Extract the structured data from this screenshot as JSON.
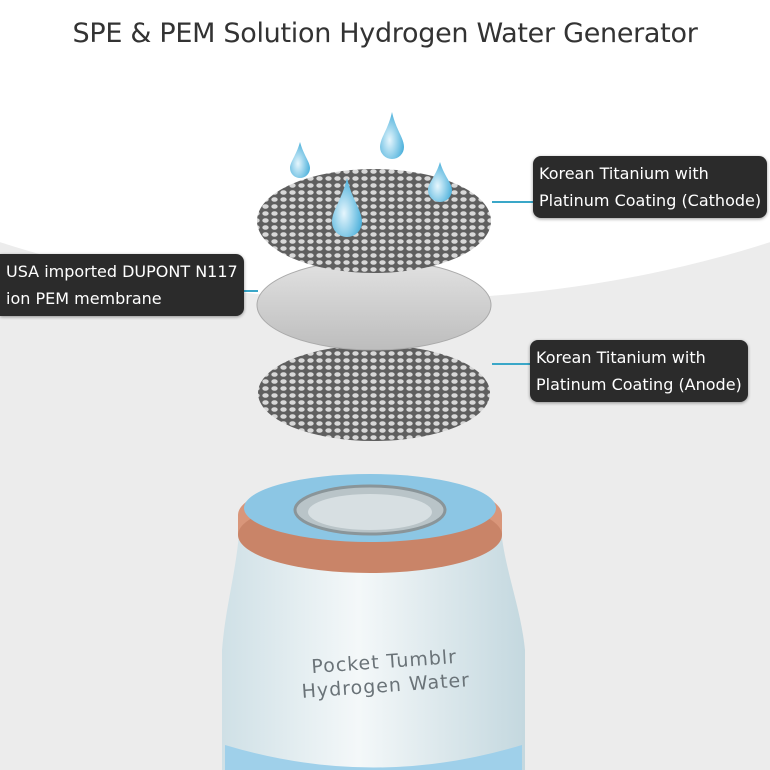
{
  "title": "SPE & PEM Solution Hydrogen Water Generator",
  "labels": {
    "cathode": {
      "line1": "Korean Titanium with",
      "line2": "Platinum Coating  (Cathode)"
    },
    "membrane": {
      "line1": "USA imported DUPONT N117",
      "line2": "ion PEM membrane"
    },
    "anode": {
      "line1": "Korean Titanium with",
      "line2": "Platinum Coating  (Anode)"
    }
  },
  "device": {
    "brand_line1": "Pocket  Tumblr",
    "brand_line2": "Hydrogen Water"
  },
  "colors": {
    "accent_line": "#3aa7c8",
    "label_bg": "#2b2b2b",
    "cap_ring": "#d9967a",
    "cap_inner": "#8cc6e4"
  }
}
